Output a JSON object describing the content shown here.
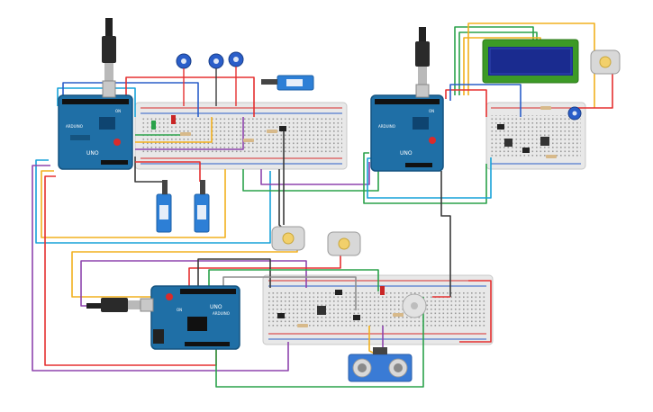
{
  "boards": [
    {
      "logo": "UNO",
      "arduino_text": "ARDUINO",
      "on_label": "ON"
    },
    {
      "logo": "UNO",
      "arduino_text": "ARDUINO",
      "on_label": "ON"
    },
    {
      "logo": "UNO",
      "arduino_text": "ARDUINO",
      "on_label": "ON"
    }
  ],
  "colors": {
    "board": "#1f6fa6",
    "board_dark": "#155480",
    "breadboard": "#e9e9e9",
    "rail_red": "#d92b2b",
    "rail_blue": "#2a5ec9",
    "servo": "#2d7fd6",
    "lcd": "#6fc33a",
    "sonar": "#3a7bd5"
  },
  "icons": [
    "usb-cable-icon",
    "potentiometer-icon",
    "servo-motor-icon",
    "dc-motor-icon",
    "lcd-display-icon",
    "ultrasonic-sensor-icon",
    "pushbutton-icon",
    "led-icon",
    "buzzer-icon",
    "resistor-icon"
  ]
}
